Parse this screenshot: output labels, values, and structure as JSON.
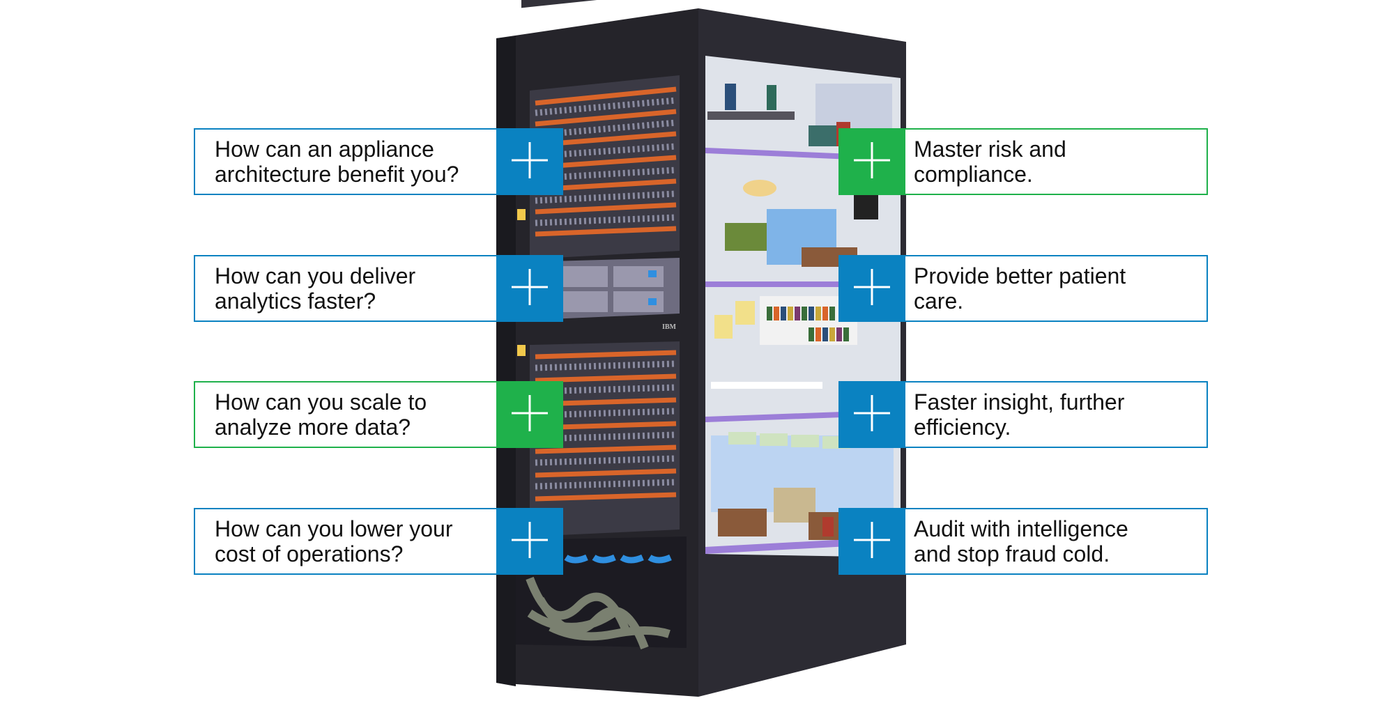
{
  "colors": {
    "blue": "#0a82c1",
    "green": "#1fb14b",
    "rack_dark": "#25242a",
    "floor_purple": "#9c7ed8",
    "cable_orange": "#d9652a"
  },
  "rack": {
    "brand_label": "IBM"
  },
  "left_cards": [
    {
      "text": "How can an appliance\narchitecture benefit you?",
      "accent": "blue",
      "icon": "plus-icon"
    },
    {
      "text": "How can you deliver\nanalytics faster?",
      "accent": "blue",
      "icon": "plus-icon"
    },
    {
      "text": "How can you scale to\nanalyze more data?",
      "accent": "green",
      "icon": "plus-icon"
    },
    {
      "text": "How can you lower your\ncost of operations?",
      "accent": "blue",
      "icon": "plus-icon"
    }
  ],
  "right_cards": [
    {
      "text": "Master risk and\ncompliance.",
      "accent": "green",
      "icon": "plus-icon"
    },
    {
      "text": "Provide better patient\ncare.",
      "accent": "blue",
      "icon": "plus-icon"
    },
    {
      "text": "Faster insight, further\nefficiency.",
      "accent": "blue",
      "icon": "plus-icon"
    },
    {
      "text": "Audit with intelligence\nand stop fraud cold.",
      "accent": "blue",
      "icon": "plus-icon"
    }
  ]
}
